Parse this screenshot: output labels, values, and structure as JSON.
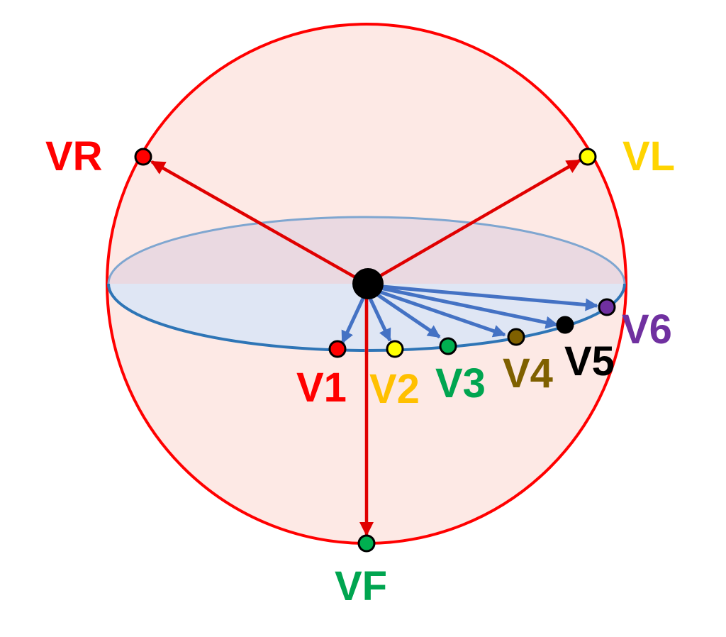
{
  "diagram": {
    "limb_leads": [
      {
        "id": "VR",
        "label": "VR",
        "color": "#ff0000"
      },
      {
        "id": "VL",
        "label": "VL",
        "color": "#ffd400"
      },
      {
        "id": "VF",
        "label": "VF",
        "color": "#00a550"
      }
    ],
    "precordial_leads": [
      {
        "id": "V1",
        "label": "V1",
        "color": "#ff0000"
      },
      {
        "id": "V2",
        "label": "V2",
        "color": "#ffc000"
      },
      {
        "id": "V3",
        "label": "V3",
        "color": "#00a550"
      },
      {
        "id": "V4",
        "label": "V4",
        "color": "#7f6000"
      },
      {
        "id": "V5",
        "label": "V5",
        "color": "#000000"
      },
      {
        "id": "V6",
        "label": "V6",
        "color": "#7030a0"
      }
    ],
    "colors": {
      "sphere_fill": "#fde9e5",
      "sphere_stroke": "#ff0000",
      "plane_fill": "#c7d7ee",
      "plane_stroke": "#2e75b6",
      "limb_vector": "#e00000",
      "precordial_vector": "#4472c4",
      "center": "#000000"
    }
  }
}
